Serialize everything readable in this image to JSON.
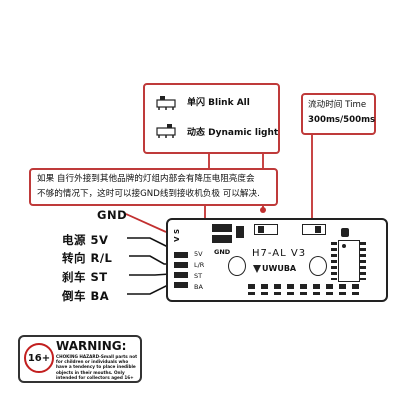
{
  "modes_box": {
    "single_flash": "单闪 Blink  All",
    "dynamic": "动态 Dynamic light"
  },
  "time_box": {
    "title": "流动时间 Time",
    "value": "300ms/500ms"
  },
  "note_box": {
    "line1": "如果 自行外接到其他品牌的灯组内部会有降压电阻亮度会",
    "line2": "不够的情况下，这时可以接GND线到接收机负极 可以解决."
  },
  "pins": [
    {
      "label": "GND"
    },
    {
      "label": "电源 5V"
    },
    {
      "label": "转向 R/L"
    },
    {
      "label": "刹车 ST"
    },
    {
      "label": "倒车 BA"
    }
  ],
  "board": {
    "model": "H7-AL V3",
    "brand": "UWUBA",
    "silk_gnd": "GND",
    "silk_5v": "5V",
    "silk_lr": "L/R",
    "silk_st": "ST",
    "silk_ba": "BA",
    "silk_vs": "V S"
  },
  "warning": {
    "age": "16+",
    "title": "WARNING:",
    "text": "CHOKING HAZARD-Small parts not for children or individuals who have a tendency to place inedible objects in their mouths. Only intended for collectors aged 16+"
  },
  "colors": {
    "box_border": "#bf3a3a",
    "wire_red": "#c23030",
    "board_border": "#222222"
  }
}
